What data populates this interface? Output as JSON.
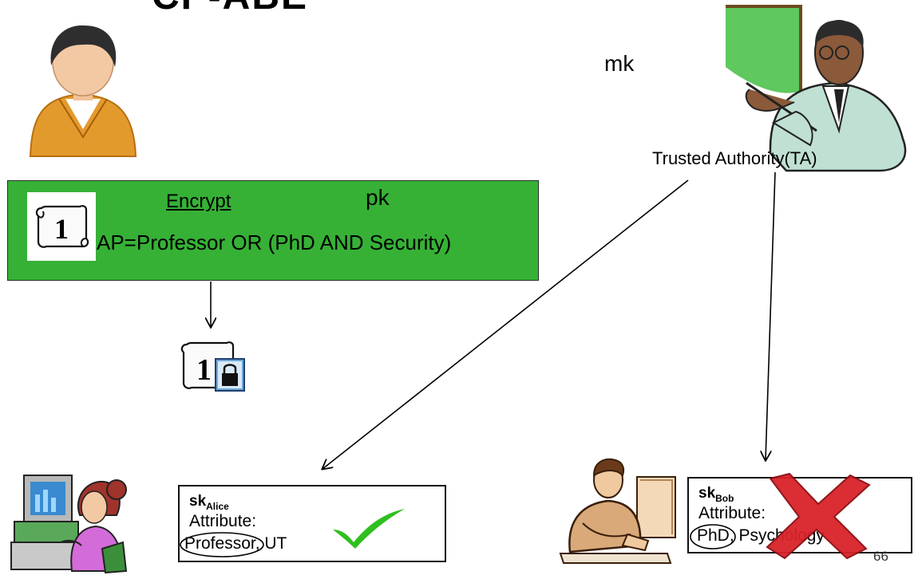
{
  "slide": {
    "title": "CP-ABE",
    "page_number": "66"
  },
  "authority": {
    "label": "Trusted Authority(TA)",
    "master_key": "mk"
  },
  "encrypt_box": {
    "label": "Encrypt",
    "public_key": "pk",
    "access_policy": "AP=Professor OR (PhD AND Security)",
    "document_number": "1",
    "color": "#36b136"
  },
  "alice_key": {
    "sk": "sk",
    "sk_subscript": "Alice",
    "attribute_label": "Attribute:",
    "attributes": "Professor, UT",
    "result_icon": "checkmark-icon"
  },
  "bob_key": {
    "sk": "sk",
    "sk_subscript": "Bob",
    "attribute_label": "Attribute:",
    "attributes": "PhD, Psychology",
    "result_icon": "cross-icon"
  }
}
